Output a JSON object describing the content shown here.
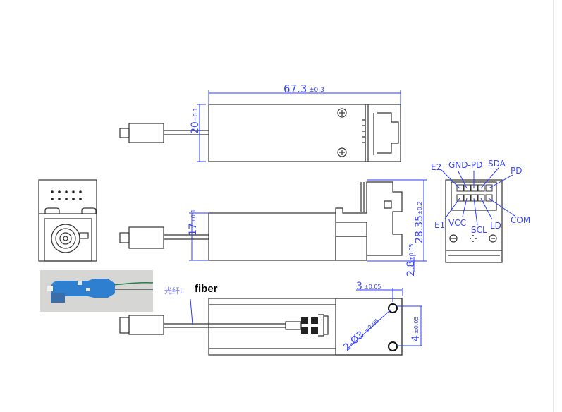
{
  "dimensions": {
    "length": "67.3",
    "length_tol": "±0.3",
    "width_top": "20",
    "width_top_tol": "±0.1",
    "height_side": "17",
    "height_side_tol": "±0.1",
    "overall_height": "28.35",
    "overall_height_tol": "±0.2",
    "base_offset": "2.8",
    "base_offset_tol": "±0.05",
    "hole_edge": "3",
    "hole_edge_tol": "±0.05",
    "hole_spacing": "4",
    "hole_spacing_tol": "±0.05",
    "holes": "2-Ø3",
    "holes_tol": "±0.05"
  },
  "pins": {
    "top": [
      "E2",
      "GND-PD",
      "SDA",
      "PD"
    ],
    "bottom": [
      "E1",
      "VCC",
      "SCL",
      "LD",
      "COM"
    ]
  },
  "labels": {
    "fiber_cn": "光纤L",
    "fiber_en": "fiber"
  },
  "colors": {
    "dimension": "#2b3cff",
    "outline": "#333333",
    "connector_photo": "#2f7fd0"
  }
}
